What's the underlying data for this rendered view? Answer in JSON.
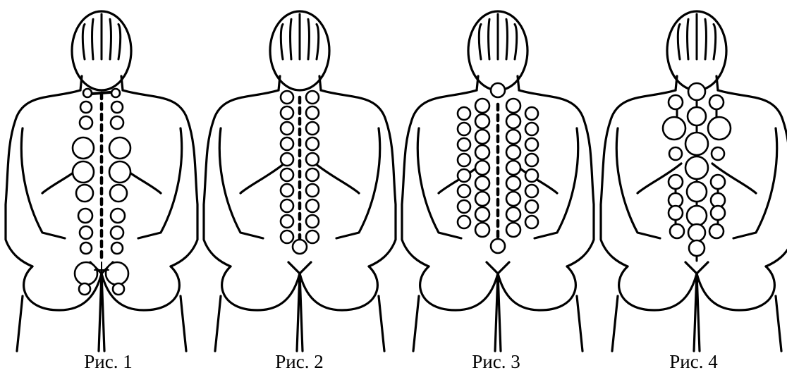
{
  "figures": [
    {
      "caption": "Рис. 1"
    },
    {
      "caption": "Рис. 2"
    },
    {
      "caption": "Рис. 3"
    },
    {
      "caption": "Рис. 4"
    }
  ],
  "colors": {
    "ink": "#000000",
    "paper": "#ffffff"
  },
  "icons": {
    "figure": "human-back-outline-icon",
    "mark": "circle-mark-icon"
  }
}
